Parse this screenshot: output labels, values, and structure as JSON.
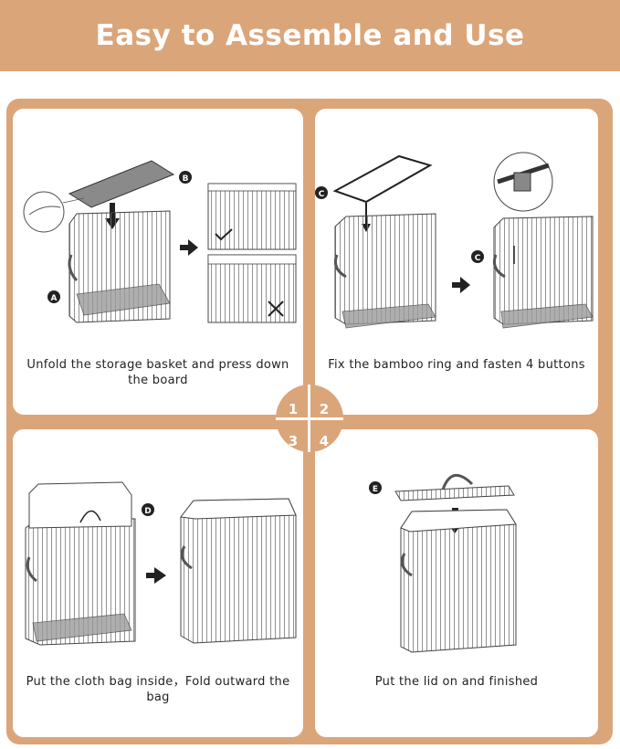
{
  "header": {
    "title": "Easy to Assemble and Use"
  },
  "steps": [
    {
      "number": "1",
      "caption": "Unfold the storage basket and press down the board",
      "labels": [
        "B",
        "A"
      ]
    },
    {
      "number": "2",
      "caption": "Fix the bamboo ring and fasten 4 buttons",
      "labels": [
        "C",
        "C"
      ]
    },
    {
      "number": "3",
      "caption": "Put the cloth bag inside，Fold outward the bag",
      "labels": [
        "D"
      ]
    },
    {
      "number": "4",
      "caption": "Put the lid on and finished",
      "labels": [
        "E"
      ]
    }
  ],
  "colors": {
    "accent": "#dba57a",
    "ink": "#222222",
    "board": "#8a8a8a"
  },
  "icons": [
    "check-icon",
    "cross-icon",
    "right-arrow-icon",
    "down-arrow-icon"
  ]
}
